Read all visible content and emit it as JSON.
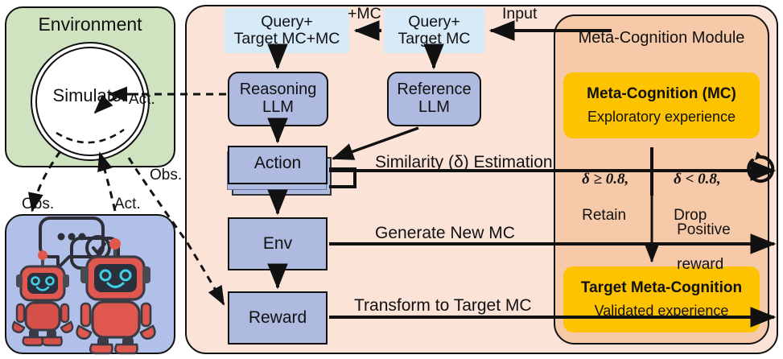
{
  "environment": {
    "title": "Environment",
    "simulator_label": "Simulator"
  },
  "agents": {
    "caption": ""
  },
  "edge_labels": {
    "act_to_sim": "Act.",
    "obs_to_agents": "Obs.",
    "act_from_agents": "Act.",
    "obs_from_sim": "Obs.",
    "plus_mc": "+MC",
    "input": "Input",
    "similarity": "Similarity (δ) Estimation",
    "generate_new_mc": "Generate New MC",
    "transform_to_target_mc": "Transform to Target MC",
    "positive_reward_line1": "Positive",
    "positive_reward_line2": "reward"
  },
  "pipeline": {
    "query_box_left_line1": "Query+",
    "query_box_left_line2": "Target MC+MC",
    "query_box_right_line1": "Query+",
    "query_box_right_line2": "Target MC",
    "reasoning_llm_line1": "Reasoning",
    "reasoning_llm_line2": "LLM",
    "reference_llm_line1": "Reference",
    "reference_llm_line2": "LLM",
    "action_box": "Action",
    "action_box_shadow": "Action",
    "env_box": "Env",
    "reward_box": "Reward"
  },
  "meta_cognition": {
    "module_title": "Meta-Cognition Module",
    "mc_box_title": "Meta-Cognition (MC)",
    "mc_box_subtitle": "Exploratory experience",
    "target_box_title": "Target Meta-Cognition",
    "target_box_subtitle": "Validated experience",
    "retain_condition": "δ ≥ 0.8,",
    "retain_action": "Retain",
    "drop_condition": "δ < 0.8,",
    "drop_action": "Drop",
    "loop_icon": "refresh-loop-icon"
  },
  "colors": {
    "environment_panel": "#cfe3c0",
    "agent_panel": "#b0c0e8",
    "outer_panel": "#fbe3d7",
    "module_panel": "#f6c9a8",
    "query_box": "#d6eaf8",
    "llm_box": "#aebae0",
    "mc_yellow": "#fdc300",
    "stroke": "#111111"
  }
}
